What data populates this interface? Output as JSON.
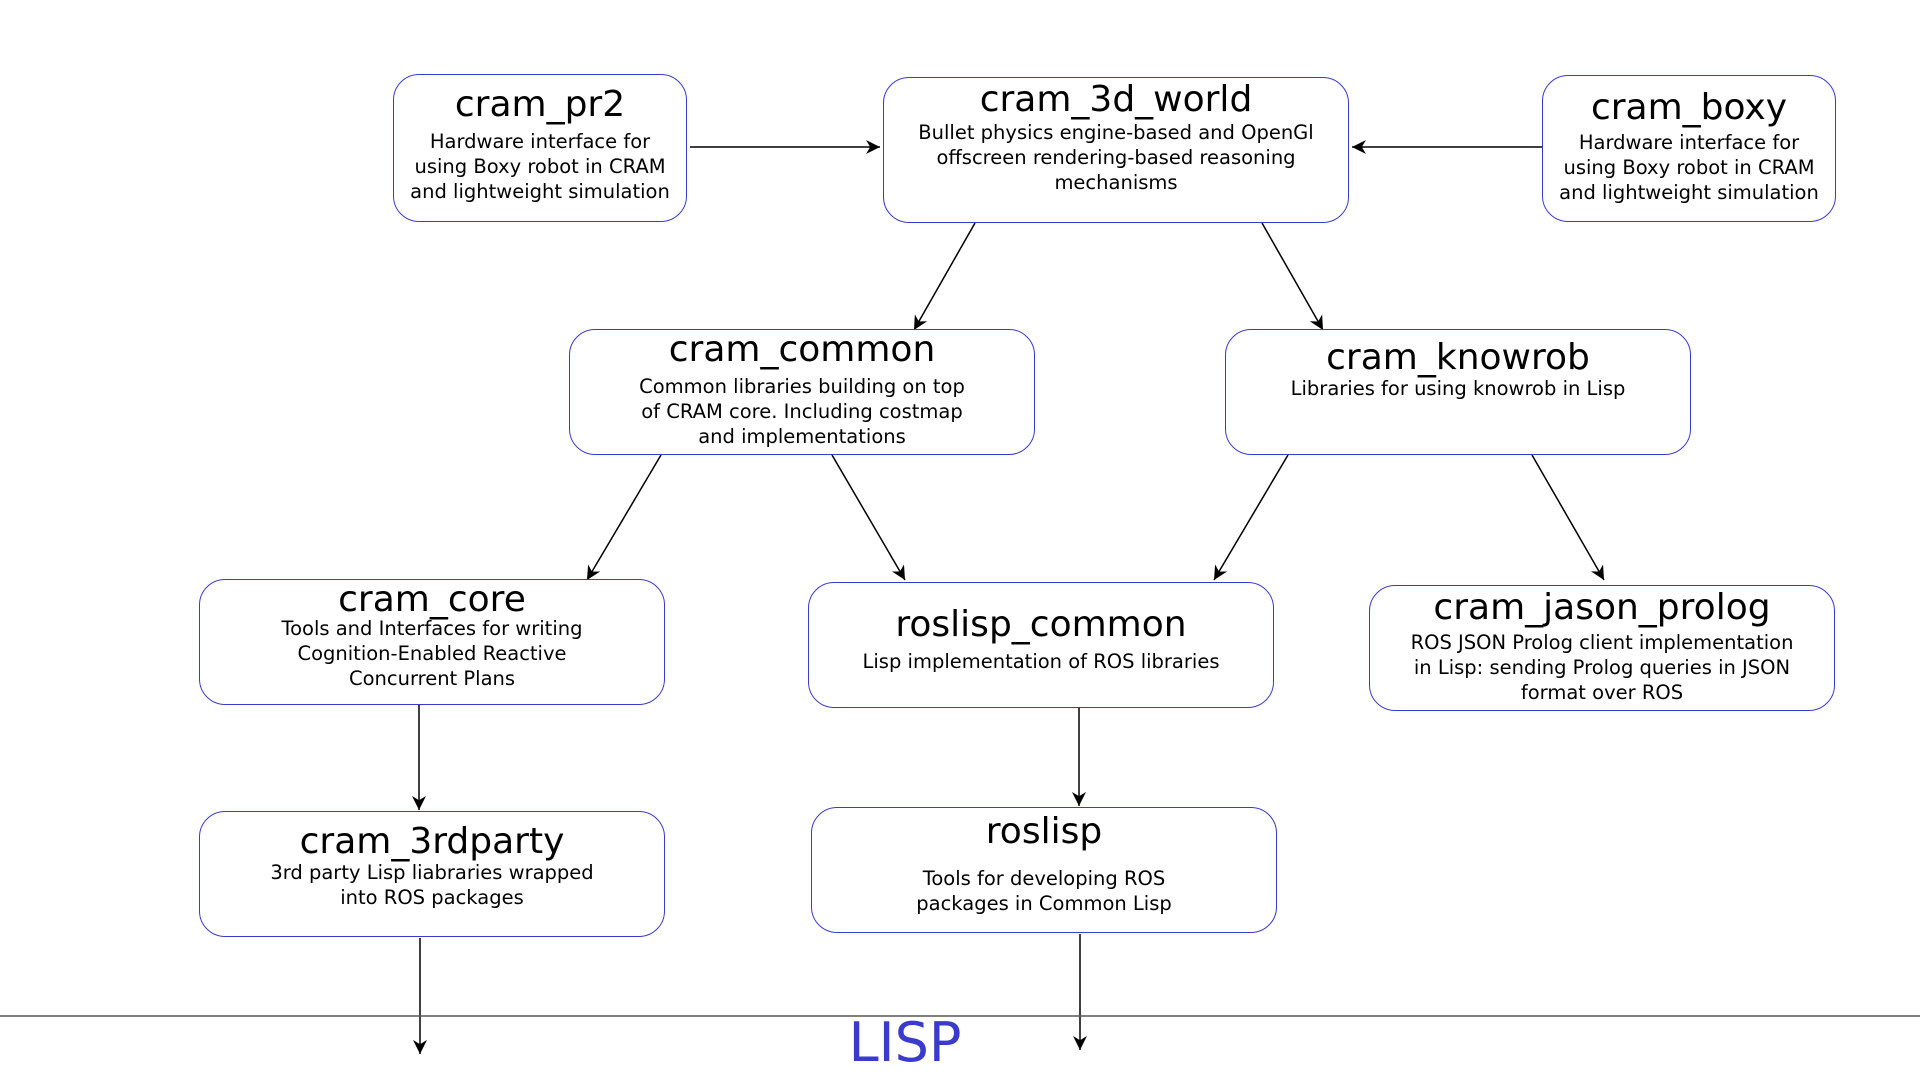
{
  "colors": {
    "node_border": "#3a3acc",
    "lisp_label": "#3a3acc",
    "separator_line": "#555555",
    "arrow": "#000000"
  },
  "nodes": {
    "cram_pr2": {
      "title": "cram_pr2",
      "desc": "Hardware interface for\nusing Boxy robot in CRAM\nand lightweight simulation"
    },
    "cram_3d_world": {
      "title": "cram_3d_world",
      "desc": "Bullet physics engine-based and OpenGl\noffscreen rendering-based reasoning\nmechanisms"
    },
    "cram_boxy": {
      "title": "cram_boxy",
      "desc": "Hardware interface for\nusing Boxy robot in CRAM\nand lightweight simulation"
    },
    "cram_common": {
      "title": "cram_common",
      "desc": "Common libraries building on top\nof CRAM core. Including costmap\nand implementations"
    },
    "cram_knowrob": {
      "title": "cram_knowrob",
      "desc": "Libraries for using knowrob in Lisp"
    },
    "cram_core": {
      "title": "cram_core",
      "desc": "Tools and Interfaces for writing\nCognition-Enabled Reactive\nConcurrent Plans"
    },
    "roslisp_common": {
      "title": "roslisp_common",
      "desc": "Lisp implementation of ROS libraries"
    },
    "cram_jason_prolog": {
      "title": "cram_jason_prolog",
      "desc": "ROS JSON Prolog client implementation\nin Lisp: sending Prolog queries in JSON\nformat over ROS"
    },
    "cram_3rdparty": {
      "title": "cram_3rdparty",
      "desc": "3rd party Lisp liabraries wrapped\ninto ROS packages"
    },
    "roslisp": {
      "title": "roslisp",
      "desc": "Tools for developing ROS\npackages in Common Lisp"
    }
  },
  "edges": [
    {
      "from": "cram_pr2",
      "to": "cram_3d_world"
    },
    {
      "from": "cram_boxy",
      "to": "cram_3d_world"
    },
    {
      "from": "cram_3d_world",
      "to": "cram_common"
    },
    {
      "from": "cram_3d_world",
      "to": "cram_knowrob"
    },
    {
      "from": "cram_common",
      "to": "cram_core"
    },
    {
      "from": "cram_common",
      "to": "roslisp_common"
    },
    {
      "from": "cram_knowrob",
      "to": "roslisp_common"
    },
    {
      "from": "cram_knowrob",
      "to": "cram_jason_prolog"
    },
    {
      "from": "cram_core",
      "to": "cram_3rdparty"
    },
    {
      "from": "roslisp_common",
      "to": "roslisp"
    },
    {
      "from": "cram_3rdparty",
      "to": "LISP"
    },
    {
      "from": "roslisp",
      "to": "LISP"
    }
  ],
  "lisp_label": "LISP"
}
